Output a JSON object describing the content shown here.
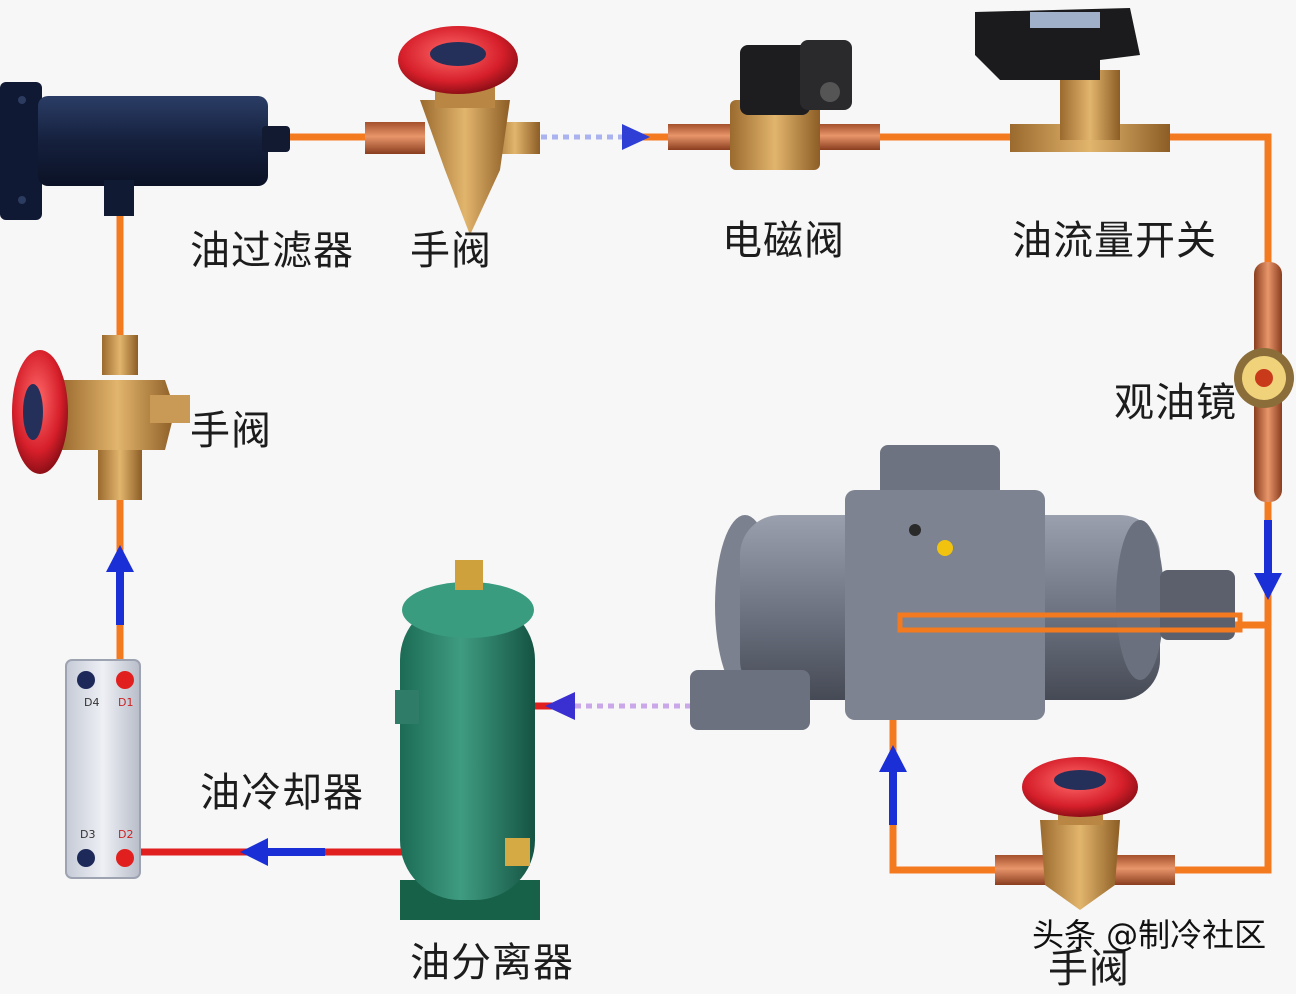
{
  "labels": {
    "oil_filter": "油过滤器",
    "manual_valve_top": "手阀",
    "solenoid_valve": "电磁阀",
    "oil_flow_switch": "油流量开关",
    "sight_glass": "观油镜",
    "manual_valve_left": "手阀",
    "oil_cooler": "油冷却器",
    "oil_separator": "油分离器",
    "manual_valve_bottom": "手阀"
  },
  "cooler_ports": {
    "top_left": "D4",
    "top_right": "D1",
    "bottom_left": "D3",
    "bottom_right": "D2"
  },
  "watermark": "头条 @制冷社区",
  "colors": {
    "oil_line": "#f47a20",
    "hot_line": "#e21f1f",
    "flow_arrow": "#1a2fd6",
    "background": "#f7f7f7"
  }
}
